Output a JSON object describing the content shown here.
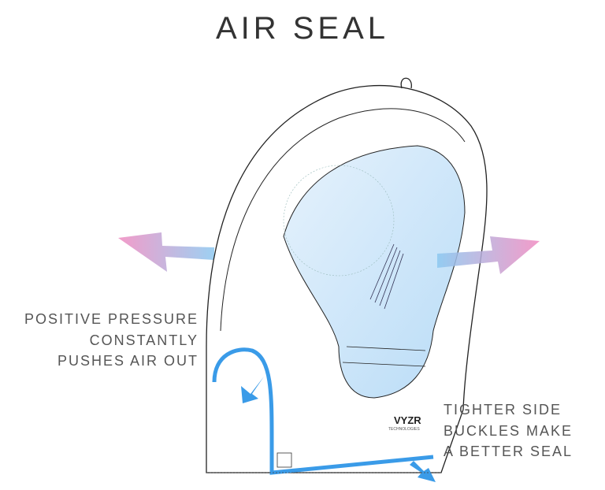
{
  "title": "AIR SEAL",
  "left_caption": [
    "POSITIVE PRESSURE",
    "CONSTANTLY",
    "PUSHES AIR OUT"
  ],
  "right_caption": [
    "TIGHTER SIDE",
    "BUCKLES MAKE",
    "A BETTER SEAL"
  ],
  "logo": {
    "brand": "VYZR",
    "sub": "TECHNOLOGIES"
  },
  "colors": {
    "airflow": "#3a9be8",
    "arrow_pink": "#f08ac0",
    "arrow_blue": "#8cc8f0",
    "visor": "#cfe6fa",
    "outline": "#222222"
  }
}
